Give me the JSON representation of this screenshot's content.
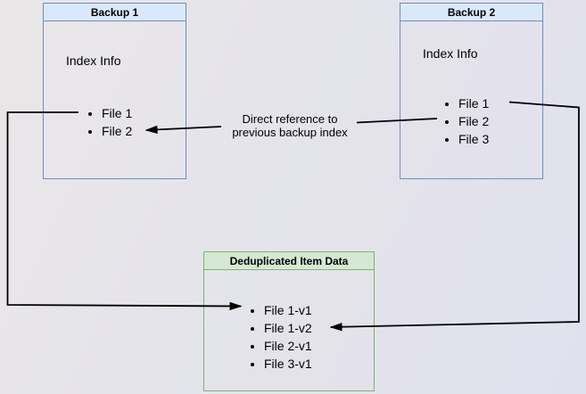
{
  "diagram": {
    "backup1": {
      "title": "Backup 1",
      "subtitle": "Index Info",
      "files": [
        "File 1",
        "File 2"
      ]
    },
    "backup2": {
      "title": "Backup 2",
      "subtitle": "Index Info",
      "files": [
        "File 1",
        "File 2",
        "File 3"
      ]
    },
    "dedup": {
      "title": "Deduplicated Item Data",
      "files": [
        "File 1-v1",
        "File 1-v2",
        "File 2-v1",
        "File 3-v1"
      ]
    },
    "edge_label": {
      "line1": "Direct reference to",
      "line2": "previous backup index"
    }
  },
  "colors": {
    "blue_fill": "#dae8fc",
    "blue_border": "#6c8ebf",
    "green_fill": "#d5e8d4",
    "green_border": "#82b366",
    "arrow": "#000000"
  }
}
